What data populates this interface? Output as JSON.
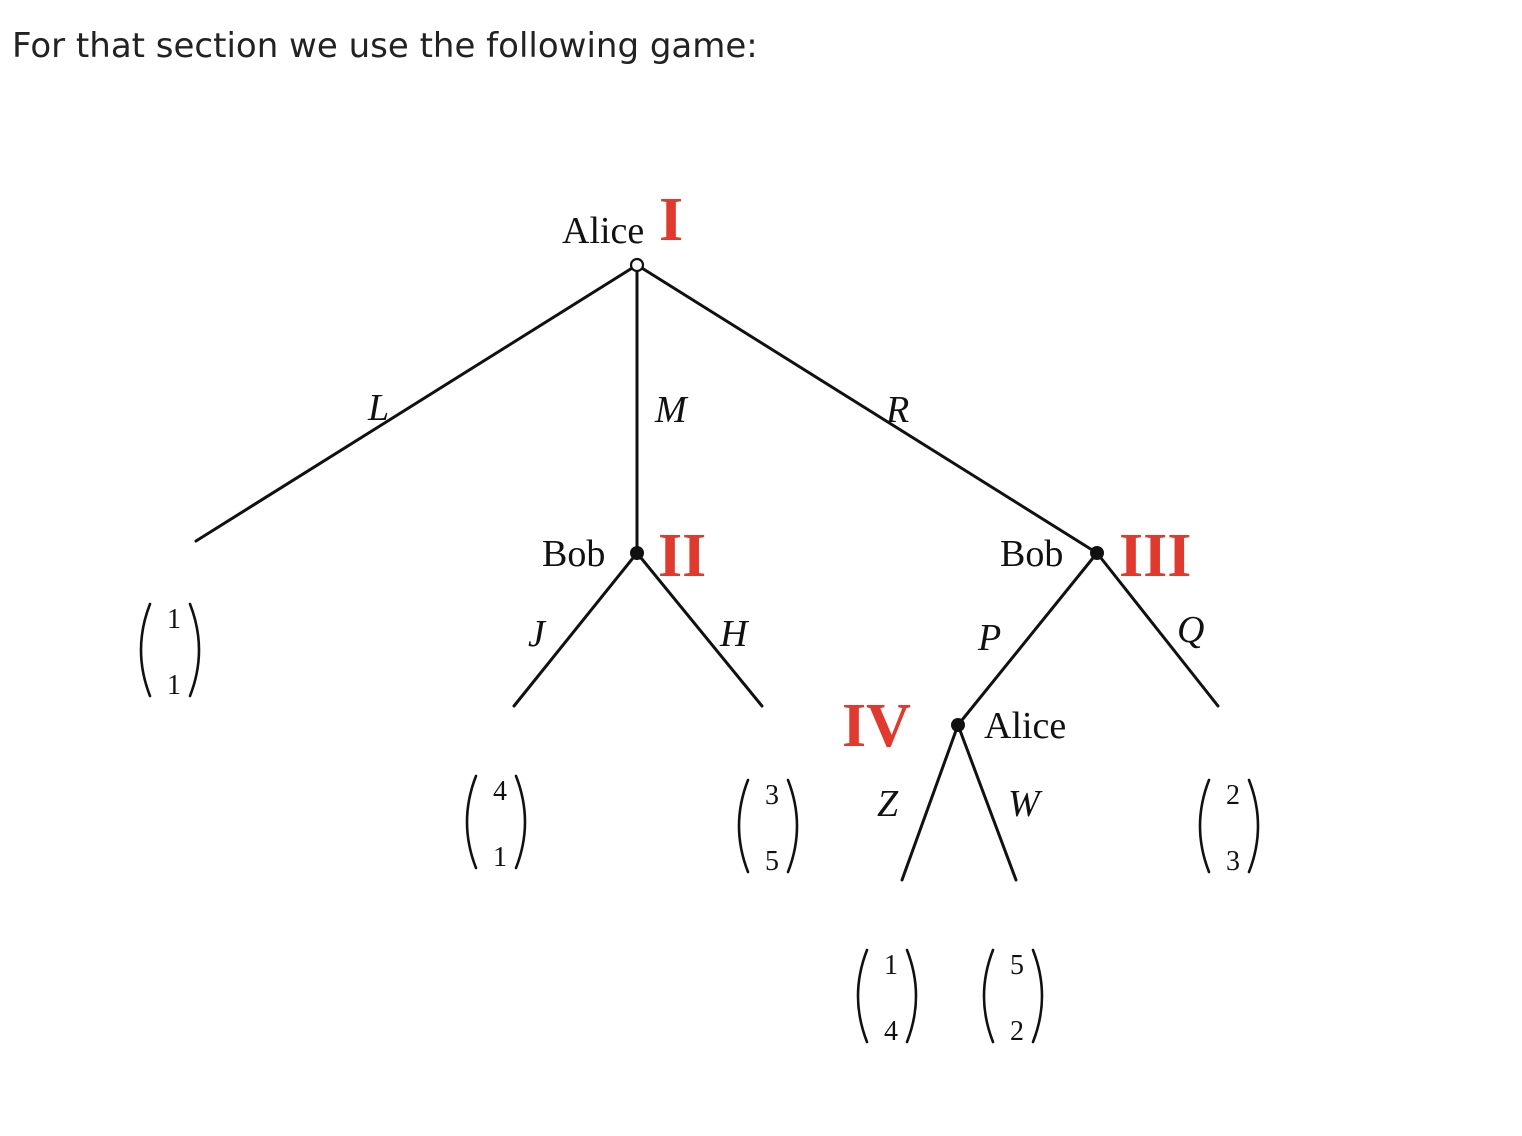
{
  "intro_text": "For that section we use the following game:",
  "colors": {
    "roman_label": "#e03a2f",
    "line": "#111111",
    "text": "#111111"
  },
  "nodes": {
    "I": {
      "player": "Alice",
      "label": "I"
    },
    "II": {
      "player": "Bob",
      "label": "II"
    },
    "III": {
      "player": "Bob",
      "label": "III"
    },
    "IV": {
      "player": "Alice",
      "label": "IV"
    }
  },
  "actions": {
    "L": "L",
    "M": "M",
    "R": "R",
    "J": "J",
    "H": "H",
    "P": "P",
    "Q": "Q",
    "Z": "Z",
    "W": "W"
  },
  "payoffs": {
    "L": {
      "top": "1",
      "bottom": "1"
    },
    "J": {
      "top": "4",
      "bottom": "1"
    },
    "H": {
      "top": "3",
      "bottom": "5"
    },
    "Q": {
      "top": "2",
      "bottom": "3"
    },
    "Z": {
      "top": "1",
      "bottom": "4"
    },
    "W": {
      "top": "5",
      "bottom": "2"
    }
  }
}
